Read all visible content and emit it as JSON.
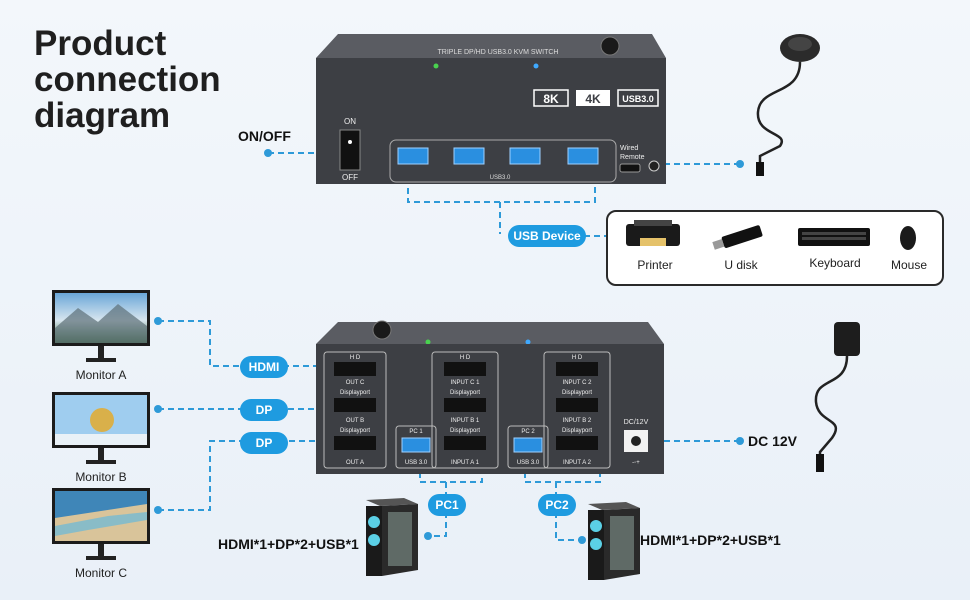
{
  "title": {
    "line1": "Product",
    "line2": "connection",
    "line3": "diagram"
  },
  "top_unit": {
    "brand_header": "TRIPLE DP/HD USB3.0 KVM SWITCH",
    "badges": [
      "8K",
      "4K",
      "USB3.0"
    ],
    "power_switch": {
      "on": "ON",
      "off": "OFF"
    },
    "usb_label": "USB3.0",
    "wired_remote_label_1": "Wired",
    "wired_remote_label_2": "Remote",
    "on_off_label": "ON/OFF"
  },
  "usb_device": {
    "pill": "USB Device",
    "devices": [
      "Printer",
      "U disk",
      "Keyboard",
      "Mouse"
    ]
  },
  "bottom_unit": {
    "column_c": {
      "hd": "H D",
      "top": "OUT C",
      "dp": "Displayport",
      "mid": "OUT B",
      "dp2": "Displayport",
      "bottom": "OUT A"
    },
    "column_pc1": {
      "hd": "H D",
      "top": "INPUT C 1",
      "dp": "Displayport",
      "mid": "INPUT B 1",
      "dp2": "Displayport",
      "bottom": "INPUT A 1",
      "pc": "PC 1",
      "usb": "USB 3.0"
    },
    "column_pc2": {
      "hd": "H D",
      "top": "INPUT C 2",
      "dp": "Displayport",
      "mid": "INPUT B 2",
      "dp2": "Displayport",
      "bottom": "INPUT A 2",
      "pc": "PC 2",
      "usb": "USB 3.0"
    },
    "dc_label": "DC/12V"
  },
  "monitors": [
    {
      "name": "Monitor A",
      "link": "HDMI"
    },
    {
      "name": "Monitor B",
      "link": "DP"
    },
    {
      "name": "Monitor C",
      "link": "DP"
    }
  ],
  "pcs": [
    {
      "pill": "PC1",
      "spec": "HDMI*1+DP*2+USB*1"
    },
    {
      "pill": "PC2",
      "spec": "HDMI*1+DP*2+USB*1"
    }
  ],
  "power": {
    "label": "DC 12V"
  },
  "colors": {
    "accent": "#1e9be0",
    "device_body": "#3d3f44",
    "dashed": "#2e9ad8"
  }
}
